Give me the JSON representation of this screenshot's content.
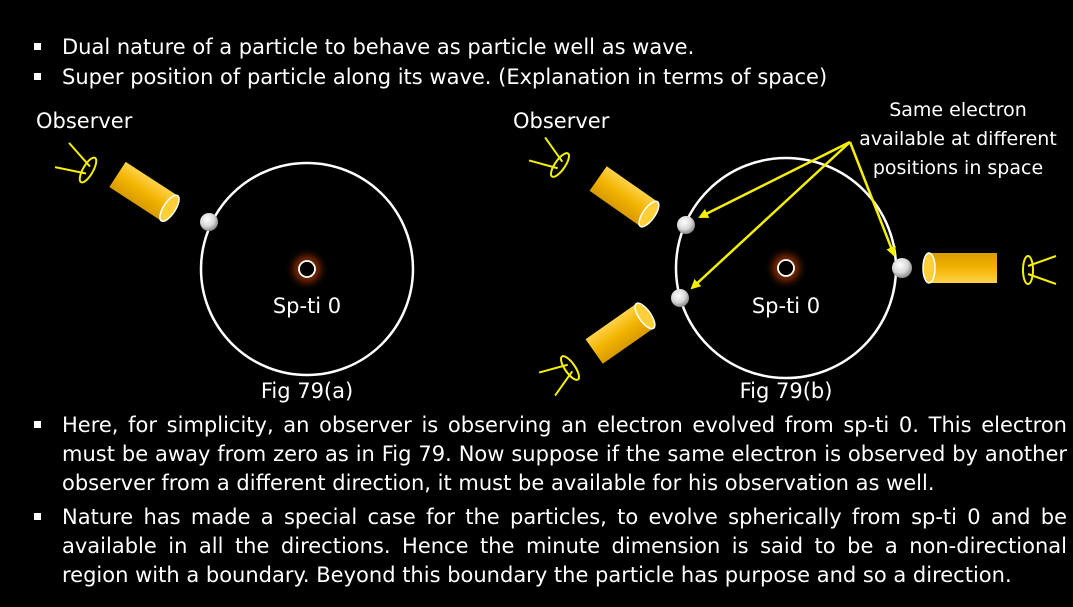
{
  "bullets_top": [
    "Dual nature of a particle to behave as particle well as wave.",
    "Super position of particle along its wave. (Explanation in terms of space)"
  ],
  "diagram": {
    "observer_label": "Observer",
    "center_label": "Sp-ti 0",
    "fig_a_caption": "Fig 79(a)",
    "fig_b_caption": "Fig 79(b)",
    "annotation_lines": [
      "Same electron",
      "available at different",
      "positions in space"
    ],
    "colors": {
      "background": "#000000",
      "cylinder": "#f2b400",
      "arrow": "#f5f000",
      "orbit": "#ffffff",
      "glow": "#7a2a00"
    }
  },
  "bullets_bottom": [
    "Here, for simplicity, an observer is observing an electron evolved from sp-ti 0. This electron must be away from zero as in Fig 79. Now suppose if the same electron is observed by another observer from a different direction, it must be available for his observation as well.",
    "Nature has made a special case for the particles, to evolve spherically from sp-ti 0 and be available in all the directions. Hence the minute dimension is said to be a non-directional region with a boundary. Beyond this boundary the particle has purpose and so a direction."
  ]
}
